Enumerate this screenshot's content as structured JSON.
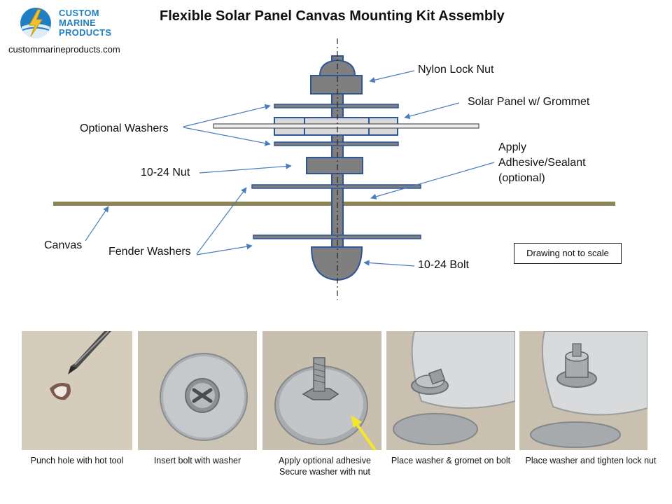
{
  "header": {
    "title": "Flexible Solar Panel Canvas Mounting Kit Assembly",
    "logo_lines": [
      "CUSTOM",
      "MARINE",
      "PRODUCTS"
    ],
    "website": "custommarineproducts.com"
  },
  "labels": {
    "nylon_lock_nut": "Nylon Lock Nut",
    "solar_panel": "Solar Panel w/ Grommet",
    "optional_washers": "Optional  Washers",
    "apply_line1": "Apply",
    "apply_line2": "Adhesive/Sealant",
    "apply_line3": "(optional)",
    "nut": "10-24 Nut",
    "canvas": "Canvas",
    "fender_washers": "Fender Washers",
    "bolt": "10-24 Bolt",
    "scale_note": "Drawing not to scale"
  },
  "steps": [
    {
      "caption": "Punch hole with hot tool"
    },
    {
      "caption": "Insert bolt with washer"
    },
    {
      "caption": "Apply optional adhesive",
      "caption2": "Secure washer with nut"
    },
    {
      "caption": "Place washer & gromet on bolt"
    },
    {
      "caption": "Place washer and tighten lock nut"
    }
  ],
  "colors": {
    "part_fill": "#7f7f7f",
    "part_stroke": "#2f5597",
    "arrow": "#4a7ebb",
    "canvas_bar": "#8c8556",
    "panel_fill": "#d9d9d9",
    "logo_blue": "#1f7fc2",
    "logo_yellow": "#f2c12e",
    "canvas_photo": "#cfc5b4"
  }
}
